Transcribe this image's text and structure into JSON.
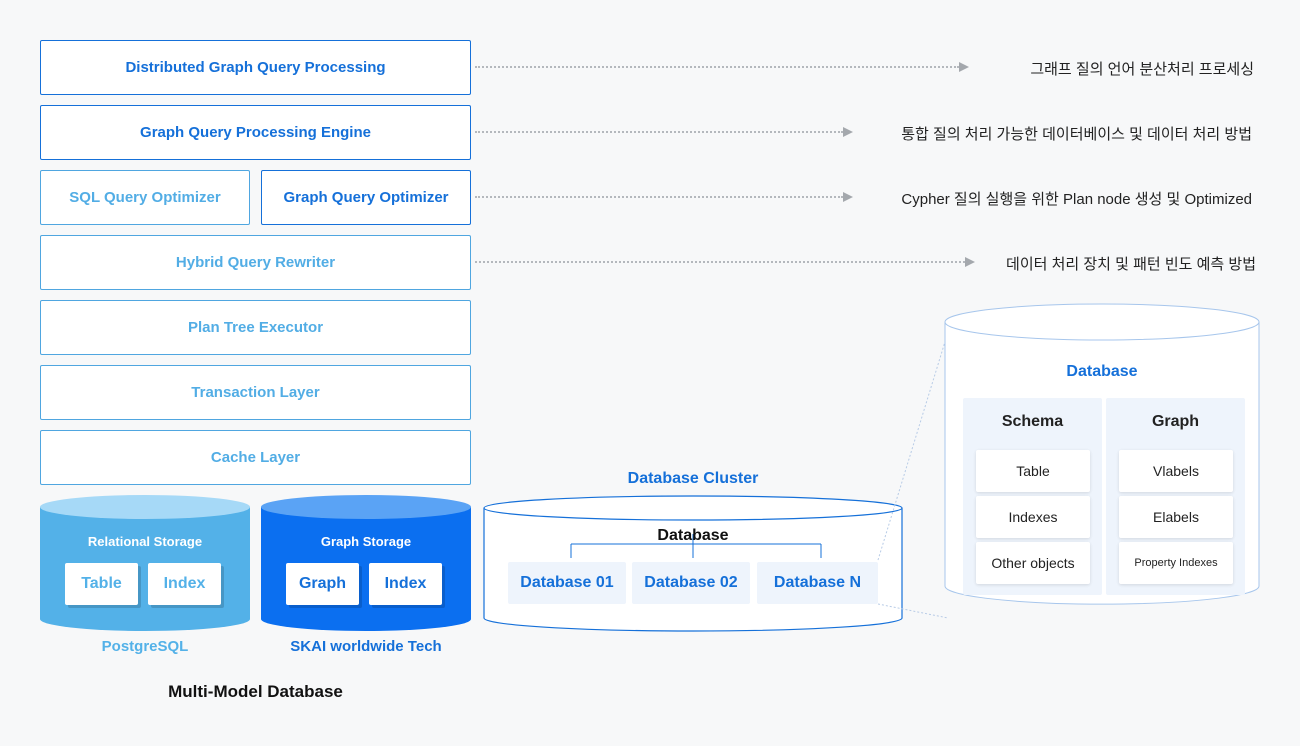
{
  "layers": {
    "distributed": "Distributed Graph Query Processing",
    "engine": "Graph Query Processing Engine",
    "sql_optimizer": "SQL Query Optimizer",
    "graph_optimizer": "Graph Query Optimizer",
    "rewriter": "Hybrid Query Rewriter",
    "executor": "Plan Tree Executor",
    "transaction": "Transaction Layer",
    "cache": "Cache Layer"
  },
  "descriptions": {
    "d1": "그래프 질의 언어 분산처리 프로세싱",
    "d2": "통합 질의 처리 가능한 데이터베이스 및 데이터 처리 방법",
    "d3": "Cypher 질의 실행을 위한 Plan node 생성 및 Optimized",
    "d4": "데이터 처리 장치 및 패턴 빈도 예측 방법"
  },
  "storage": {
    "relational": {
      "title": "Relational Storage",
      "items": [
        "Table",
        "Index"
      ],
      "name": "PostgreSQL"
    },
    "graph": {
      "title": "Graph Storage",
      "items": [
        "Graph",
        "Index"
      ],
      "name": "SKAI worldwide Tech"
    },
    "caption": "Multi-Model Database"
  },
  "cluster": {
    "title": "Database Cluster",
    "root": "Database",
    "nodes": [
      "Database 01",
      "Database 02",
      "Database N"
    ]
  },
  "database_detail": {
    "title": "Database",
    "schema": {
      "title": "Schema",
      "items": [
        "Table",
        "Indexes",
        "Other objects"
      ]
    },
    "graph": {
      "title": "Graph",
      "items": [
        "Vlabels",
        "Elabels",
        "Property Indexes"
      ]
    }
  },
  "colors": {
    "accent": "#1570d9",
    "light_accent": "#52ade5",
    "relational_fill": "#53b1e8",
    "graph_fill": "#0b6ff0"
  }
}
